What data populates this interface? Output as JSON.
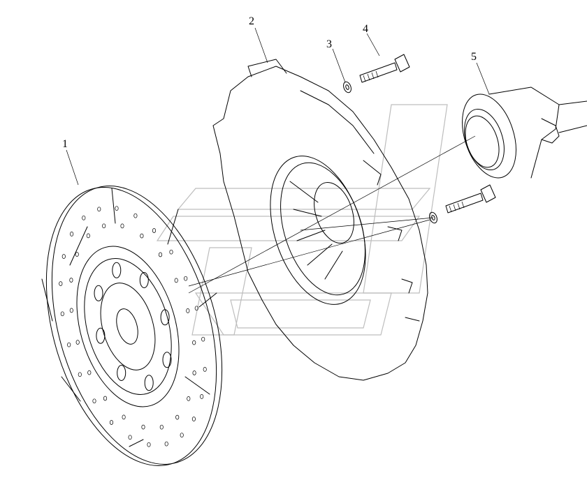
{
  "callouts": [
    {
      "id": "1",
      "text": "1"
    },
    {
      "id": "2",
      "text": "2"
    },
    {
      "id": "3",
      "text": "3"
    },
    {
      "id": "4",
      "text": "4"
    },
    {
      "id": "5",
      "text": "5"
    }
  ],
  "parts": {
    "clutch_disc": "1",
    "pressure_plate_cover": "2",
    "washer": "3",
    "bolt": "4",
    "release_bearing": "5"
  },
  "colors": {
    "line": "#000000",
    "background": "#ffffff",
    "watermark": "#bdbdbd"
  }
}
